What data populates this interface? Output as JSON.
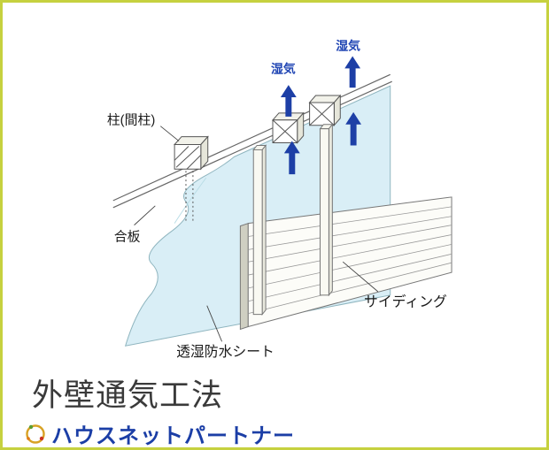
{
  "frame": {
    "border_color": "#c6d13f",
    "background": "#ffffff"
  },
  "diagram": {
    "labels": {
      "moisture_1": "湿気",
      "moisture_2": "湿気",
      "pillar": "柱(間柱)",
      "plywood": "合板",
      "breathable_waterproof_sheet": "透湿防水シート",
      "siding": "サイディング"
    },
    "colors": {
      "arrow_blue": "#1d3fa6",
      "moisture_text_blue": "#2146b4",
      "sheet_fill": "#d9eef6",
      "line_gray": "#666666"
    }
  },
  "footer": {
    "title": "外壁通気工法",
    "brand": "ハウスネットパートナー",
    "brand_color": "#1b3ea6"
  }
}
